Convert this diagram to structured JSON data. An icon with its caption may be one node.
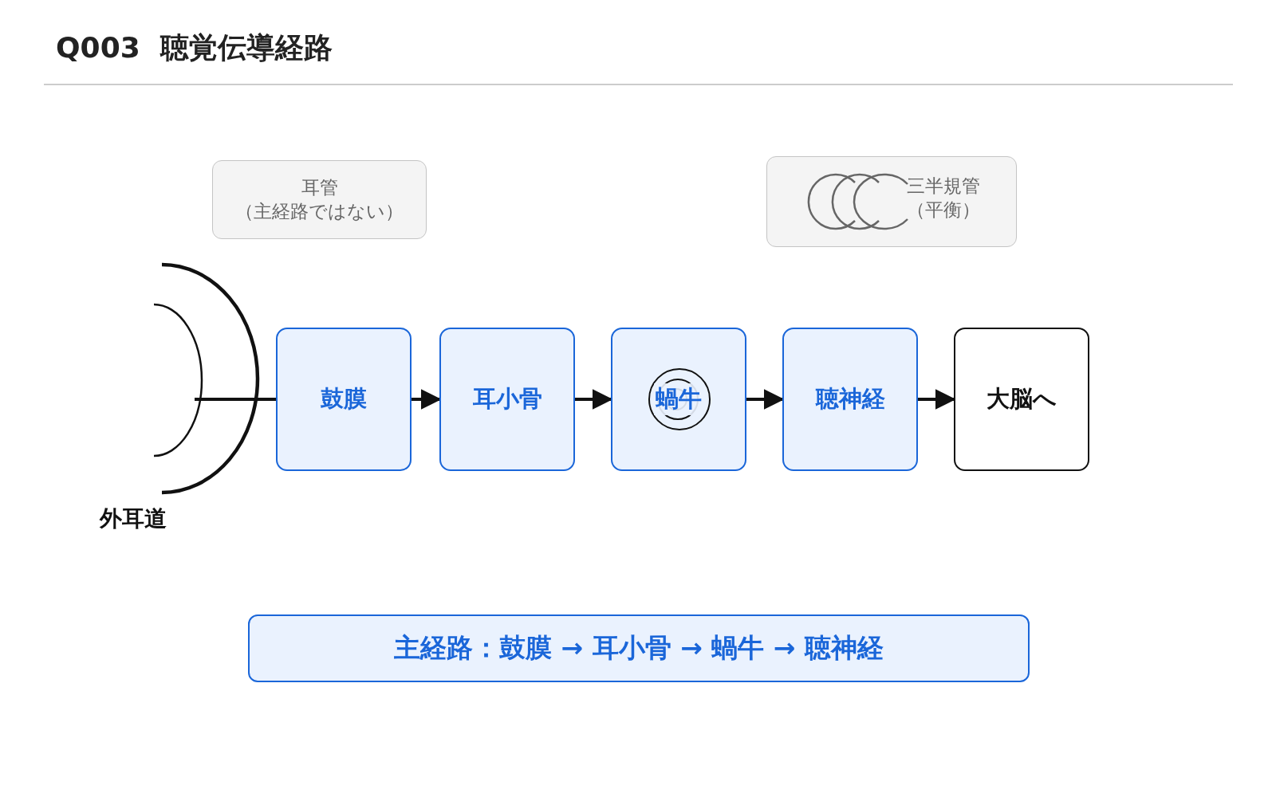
{
  "diagram": {
    "title": "Q003  聴覚伝導経路",
    "nodes": [
      {
        "text": [
          "耳管",
          "（主経路ではない）"
        ]
      },
      {
        "text": [
          "三半規管",
          "（平衡）"
        ]
      },
      {
        "text": [
          "外耳道"
        ]
      },
      {
        "text": [
          "鼓膜"
        ]
      },
      {
        "text": [
          "耳小骨"
        ]
      },
      {
        "text": [
          "蝸牛"
        ]
      },
      {
        "text": [
          "聴神経"
        ]
      },
      {
        "text": [
          "大脳へ"
        ]
      },
      {
        "text": [
          "主経路：鼓膜 → 耳小骨 → 蝸牛 → 聴神経"
        ]
      }
    ],
    "edges": [
      {
        "from": 2,
        "to": 3,
        "arrow": "none"
      },
      {
        "from": 3,
        "to": 4,
        "arrow": "to"
      },
      {
        "from": 4,
        "to": 5,
        "arrow": "to"
      },
      {
        "from": 5,
        "to": 6,
        "arrow": "to"
      },
      {
        "from": 6,
        "to": 7,
        "arrow": "to"
      }
    ]
  }
}
